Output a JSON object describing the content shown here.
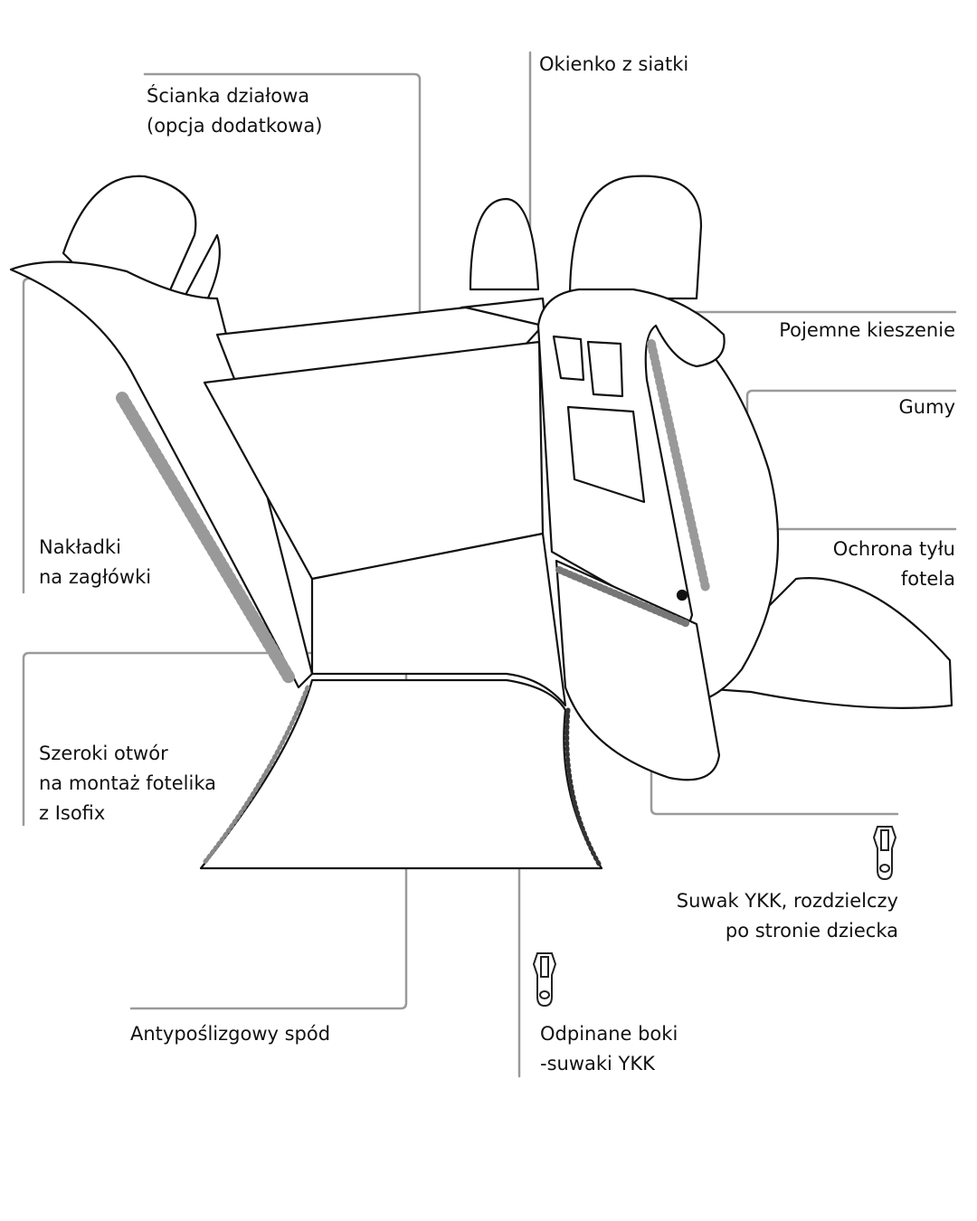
{
  "labels": {
    "divider": [
      "Ścianka działowa",
      "(opcja dodatkowa)"
    ],
    "mesh_window": "Okienko z siatki",
    "pockets": "Pojemne kieszenie",
    "elastics": "Gumy",
    "back_protection": [
      "Ochrona tyłu",
      "fotela"
    ],
    "headrest_covers": [
      "Nakładki",
      "na zagłówki"
    ],
    "isofix_opening": [
      "Szeroki otwór",
      "na montaż fotelika",
      "z Isofix"
    ],
    "antislip": "Antypoślizgowy spód",
    "detachable_sides": [
      "Odpinane boki",
      "-suwaki YKK"
    ],
    "ykk_zipper": [
      "Suwak YKK, rozdzielczy",
      "po stronie dziecka"
    ]
  },
  "colors": {
    "line": "#111111",
    "leader": "#9a9a9a",
    "text": "#111111"
  }
}
